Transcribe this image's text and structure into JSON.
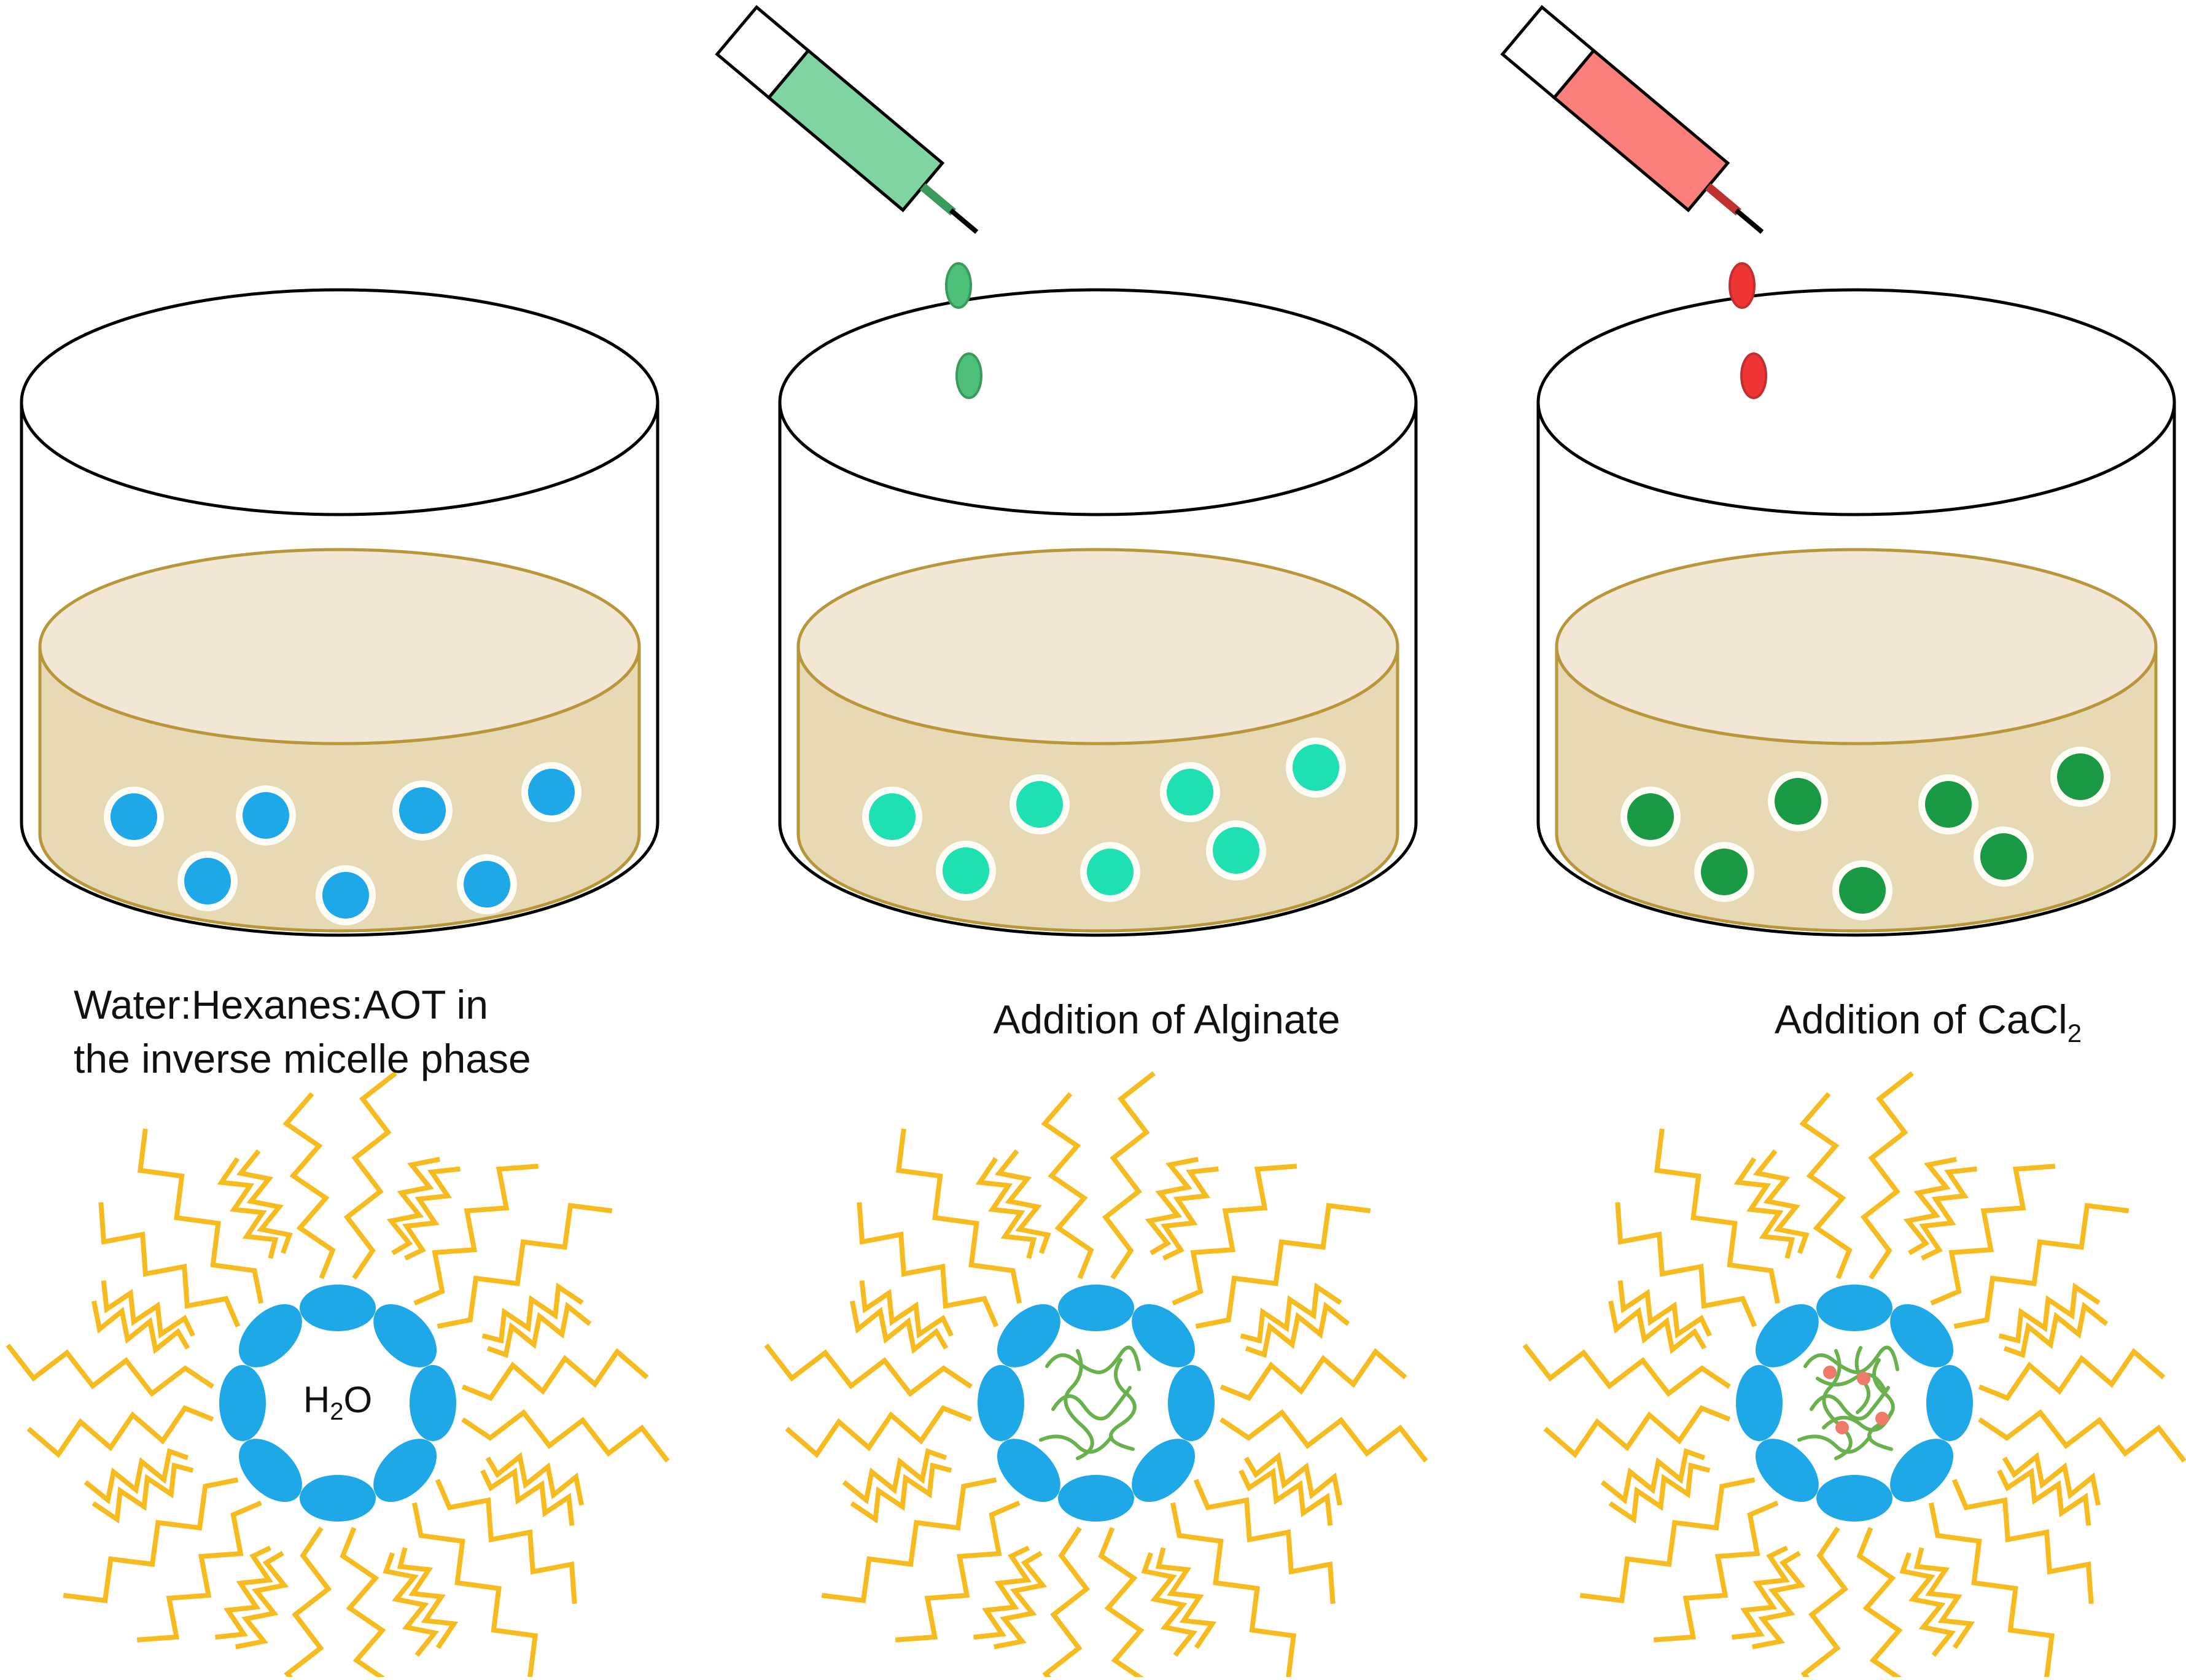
{
  "panels": [
    {
      "caption_line1": "Water:Hexanes:AOT in",
      "caption_line2": "the inverse micelle phase",
      "core_label": "H",
      "core_label_sub": "2",
      "core_label_tail": "O"
    },
    {
      "caption_main": "Addition of Alginate"
    },
    {
      "caption_main": "Addition of CaCl",
      "caption_sub": "2"
    }
  ],
  "colors": {
    "outline": "#000000",
    "liquid_side": "#e8d9b5",
    "liquid_top": "#f1e7d4",
    "liquid_edge": "#b8963a",
    "water_droplet": "#1fa8e8",
    "alginate_droplet": "#1fe0b0",
    "gel_droplet": "#1a9a45",
    "green_syringe": "#7fd4a2",
    "green_syringe_edge": "#3a9a5c",
    "red_syringe": "#fa7f7b",
    "red_syringe_edge": "#c03030",
    "green_drop": "#4cbf78",
    "red_drop": "#f03535",
    "surfactant_tail": "#f5bb1f",
    "surfactant_head": "#1fa8e8",
    "alginate_chain": "#6ab04c",
    "calcium_ion": "#f07a6a"
  },
  "icons": [
    "beaker-icon",
    "syringe-icon",
    "inverse-micelle-icon"
  ]
}
